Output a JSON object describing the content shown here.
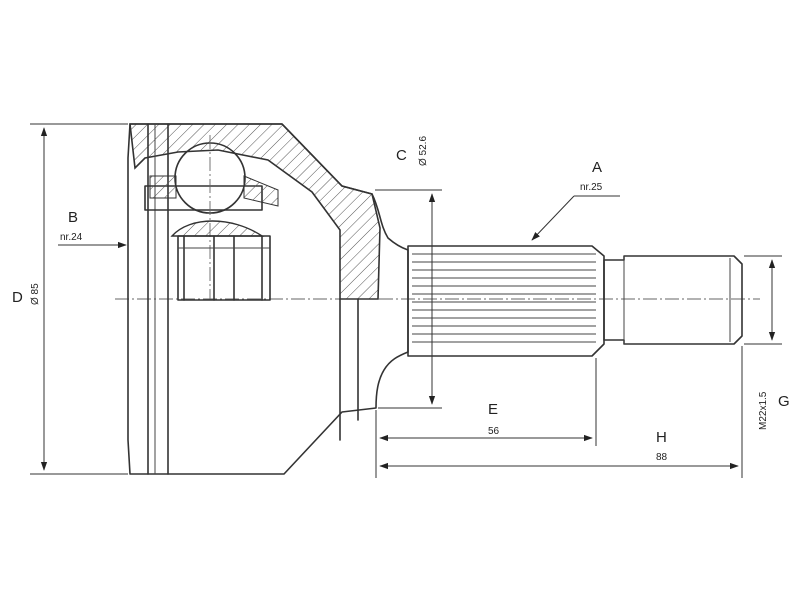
{
  "dimensions": {
    "A": {
      "letter": "A",
      "text": "nr.25"
    },
    "B": {
      "letter": "B",
      "text": "nr.24"
    },
    "C": {
      "letter": "C",
      "text": "Ø 52.6"
    },
    "D": {
      "letter": "D",
      "text": "Ø 85"
    },
    "E": {
      "letter": "E",
      "text": "56"
    },
    "G": {
      "letter": "G",
      "text": "M22x1.5"
    },
    "H": {
      "letter": "H",
      "text": "88"
    }
  }
}
